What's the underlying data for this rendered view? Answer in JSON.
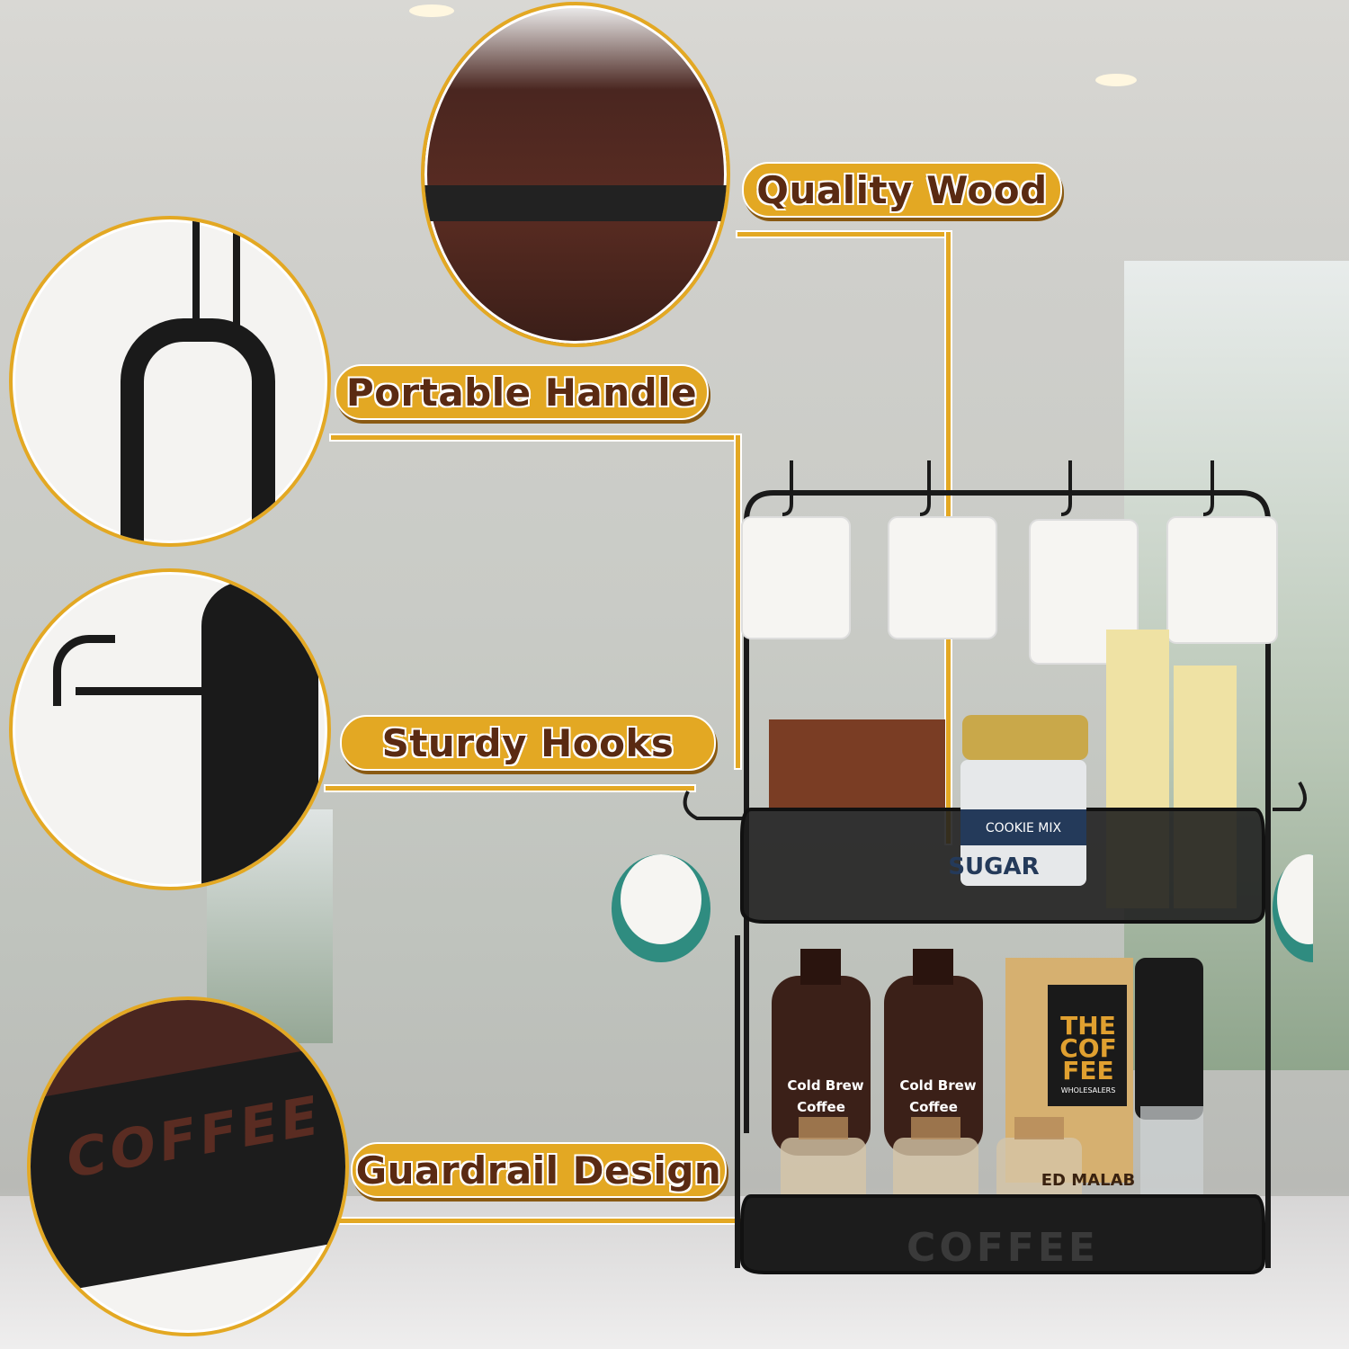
{
  "features": [
    {
      "label": "Quality Wood"
    },
    {
      "label": "Portable Handle"
    },
    {
      "label": "Sturdy Hooks"
    },
    {
      "label": "Guardrail Design"
    }
  ],
  "products": {
    "cookie_tin": "COOKIE MIX",
    "sugar_tin": "SUGAR",
    "bottle_label_line1": "Cold Brew",
    "bottle_label_line2": "Coffee",
    "coffee_bag_line1": "THE",
    "coffee_bag_line2": "COF",
    "coffee_bag_line3": "FEE",
    "coffee_bag_line4": "WHOLESALERS",
    "jar_label": "ED MALAB",
    "rack_cutout": "COFFEE"
  },
  "colors": {
    "accent": "#e3a823",
    "label_text": "#5a2a12",
    "rack": "#1a1a1a",
    "wood": "#5a2c22"
  }
}
